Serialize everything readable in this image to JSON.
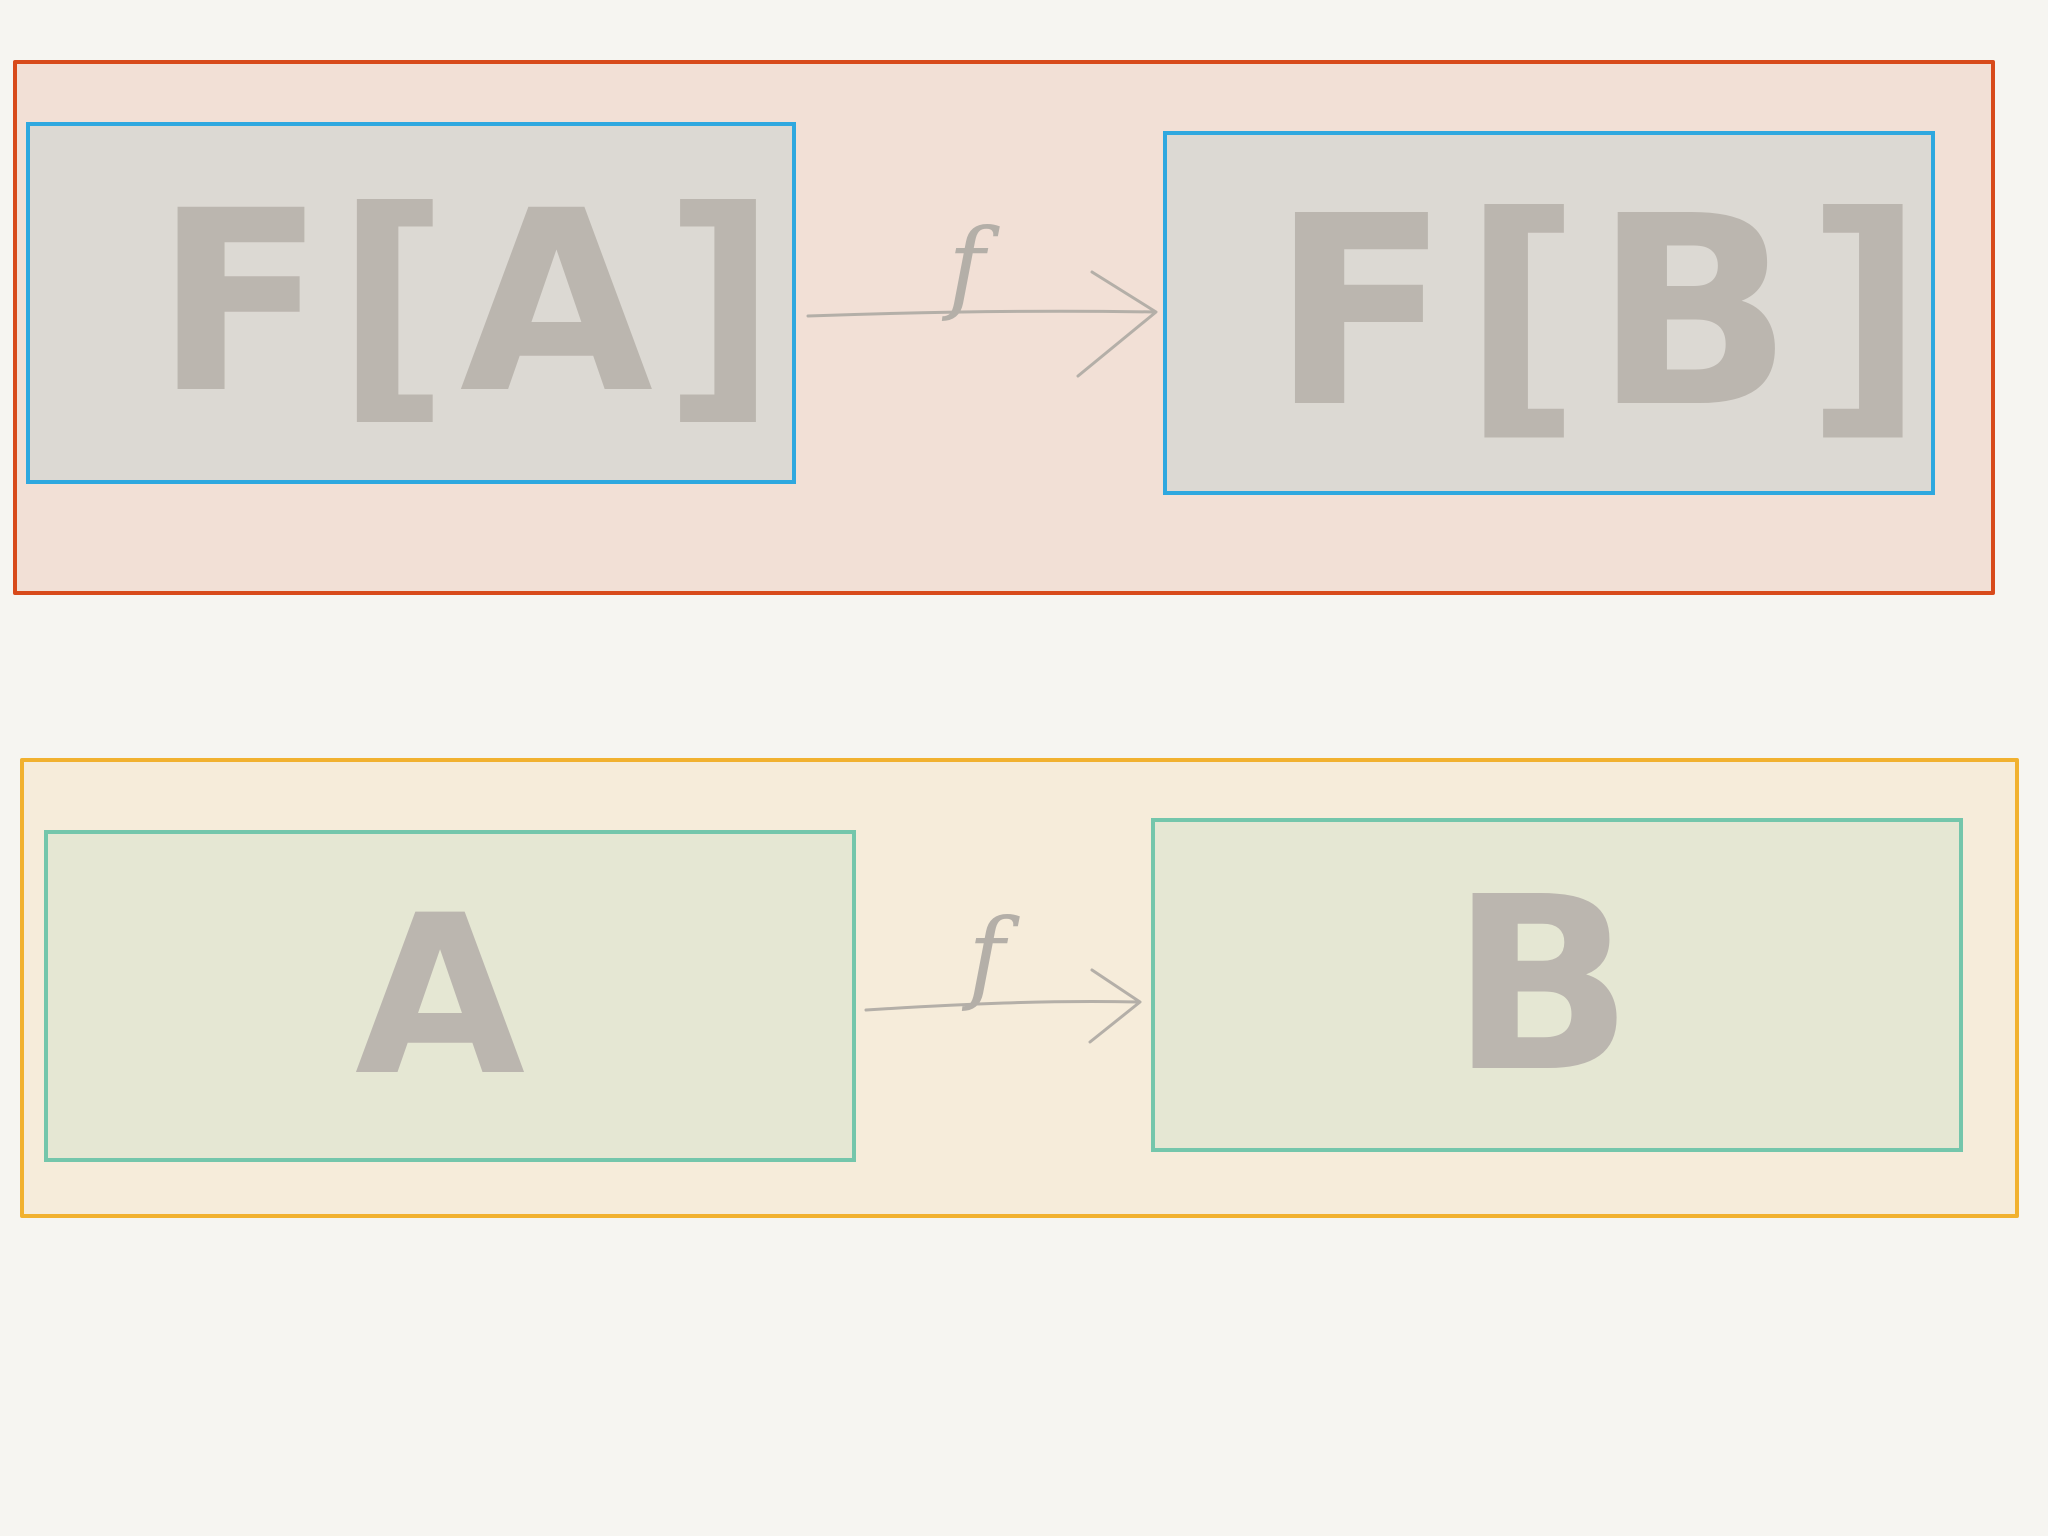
{
  "diagram": {
    "top_row": {
      "source_label": "F[A]",
      "target_label": "F[B]",
      "arrow_label": "f"
    },
    "bottom_row": {
      "source_label": "A",
      "target_label": "B",
      "arrow_label": "f"
    }
  },
  "colors": {
    "background": "#f6f5f1",
    "top_panel_fill": "#f2e0d6",
    "top_panel_border": "#d84a1b",
    "top_box_fill": "#dcd9d3",
    "top_box_border": "#2fa8df",
    "bottom_panel_fill": "#f6ecda",
    "bottom_panel_border": "#f1b12f",
    "bottom_box_fill": "#e5e7d3",
    "bottom_box_border": "#74c6ab",
    "ink": "#bbb6af"
  }
}
